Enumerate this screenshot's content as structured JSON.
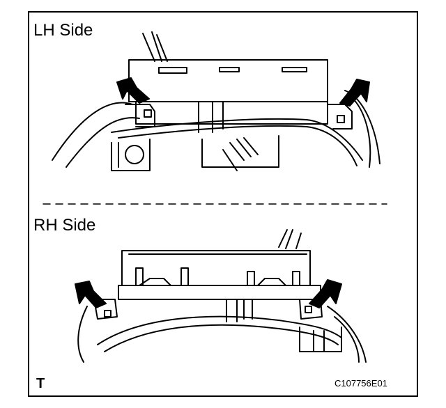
{
  "labels": {
    "lh_side": "LH Side",
    "rh_side": "RH Side",
    "corner_mark": "T",
    "figure_code": "C107756E01"
  }
}
